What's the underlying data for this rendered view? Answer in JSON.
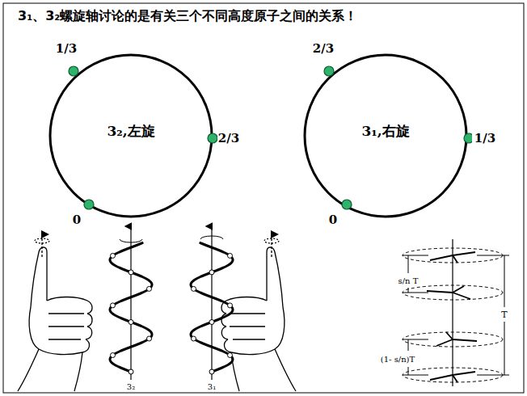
{
  "diagram": {
    "title": "3₁、3₂螺旋轴讨论的是有关三个不同高度原子之间的关系！",
    "nodes": [
      {
        "text": [
          "3₂,左旋"
        ]
      },
      {
        "text": [
          "3₁,右旋"
        ]
      }
    ],
    "labels": [
      "1/3",
      "2/3",
      "0",
      "2/3",
      "1/3",
      "0",
      "3₂",
      "3₁",
      "s/n T",
      "T",
      "(1- s/n)T"
    ]
  }
}
